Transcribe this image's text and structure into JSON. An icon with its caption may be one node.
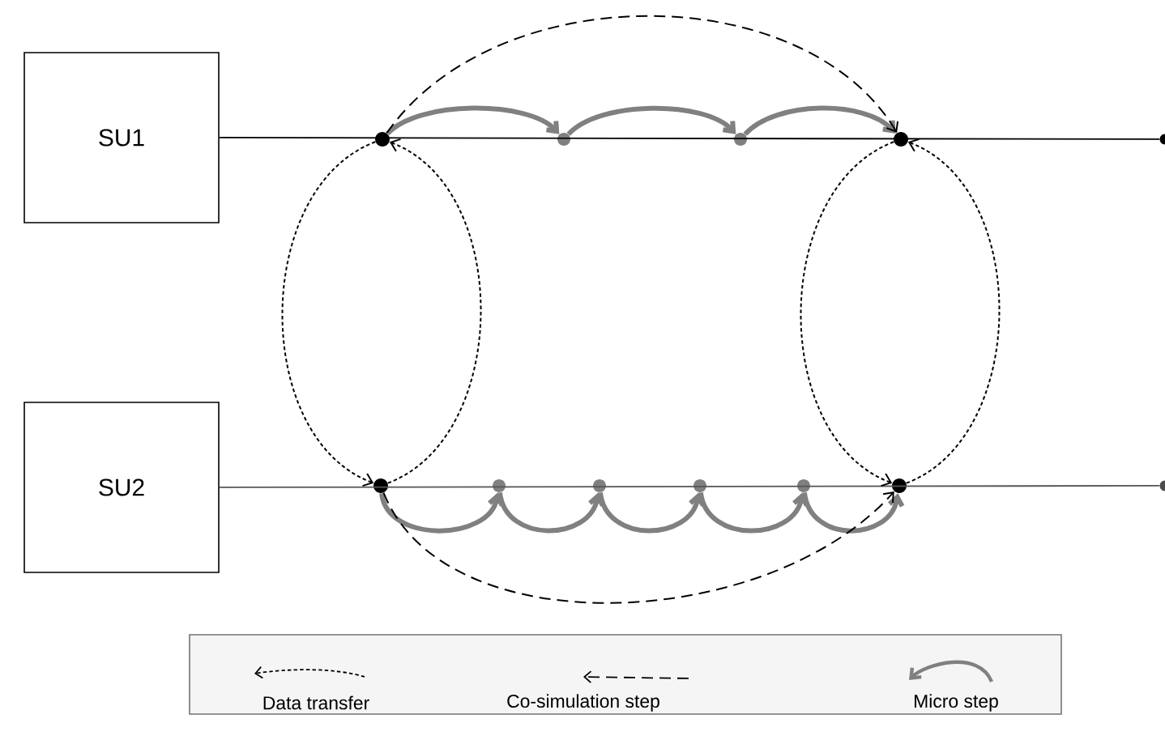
{
  "diagram": {
    "nodes": [
      {
        "text": [
          "SU1"
        ]
      },
      {
        "text": [],
        "shape": "circle"
      },
      {
        "text": [],
        "shape": "circle"
      },
      {
        "text": [],
        "shape": "circle"
      },
      {
        "text": [],
        "shape": "circle"
      },
      {
        "text": [
          "SU2"
        ]
      },
      {
        "text": [],
        "shape": "circle"
      },
      {
        "text": [],
        "shape": "circle"
      },
      {
        "text": [],
        "shape": "circle"
      },
      {
        "text": [],
        "shape": "circle"
      },
      {
        "text": [],
        "shape": "circle"
      },
      {
        "text": [],
        "shape": "circle"
      },
      {
        "text": [],
        "shape": "circle"
      },
      {
        "text": [],
        "shape": "circle"
      }
    ],
    "edges": [
      {
        "from": 0,
        "to": 12,
        "arrow": "none",
        "color": "#000000"
      },
      {
        "from": 5,
        "to": 13,
        "arrow": "none",
        "color": "#555555"
      },
      {
        "from": 1,
        "to": 2,
        "arrow": "to",
        "style": "thick"
      },
      {
        "from": 2,
        "to": 3,
        "arrow": "to",
        "style": "thick"
      },
      {
        "from": 3,
        "to": 4,
        "arrow": "to",
        "style": "thick"
      },
      {
        "from": 1,
        "to": 4,
        "arrow": "to",
        "style": "dashed",
        "color": "#000000"
      },
      {
        "from": 1,
        "to": 6,
        "arrow": "to",
        "style": "dashed",
        "color": "#000000"
      },
      {
        "from": 6,
        "to": 1,
        "arrow": "to",
        "style": "dashed",
        "color": "#000000"
      },
      {
        "from": 4,
        "to": 11,
        "arrow": "to",
        "style": "dashed",
        "color": "#000000"
      },
      {
        "from": 11,
        "to": 4,
        "arrow": "to",
        "style": "dashed",
        "color": "#000000"
      },
      {
        "from": 6,
        "to": 7,
        "arrow": "to",
        "style": "thick"
      },
      {
        "from": 7,
        "to": 8,
        "arrow": "to",
        "style": "thick"
      },
      {
        "from": 8,
        "to": 9,
        "arrow": "to",
        "style": "thick"
      },
      {
        "from": 9,
        "to": 10,
        "arrow": "to",
        "style": "thick"
      },
      {
        "from": 10,
        "to": 11,
        "arrow": "to",
        "style": "thick"
      },
      {
        "from": 6,
        "to": 11,
        "arrow": "to",
        "style": "dashed",
        "color": "#000000"
      }
    ],
    "legend": [
      {
        "text": "Data transfer"
      },
      {
        "text": "Co-simulation step"
      },
      {
        "text": "Micro step"
      }
    ]
  }
}
